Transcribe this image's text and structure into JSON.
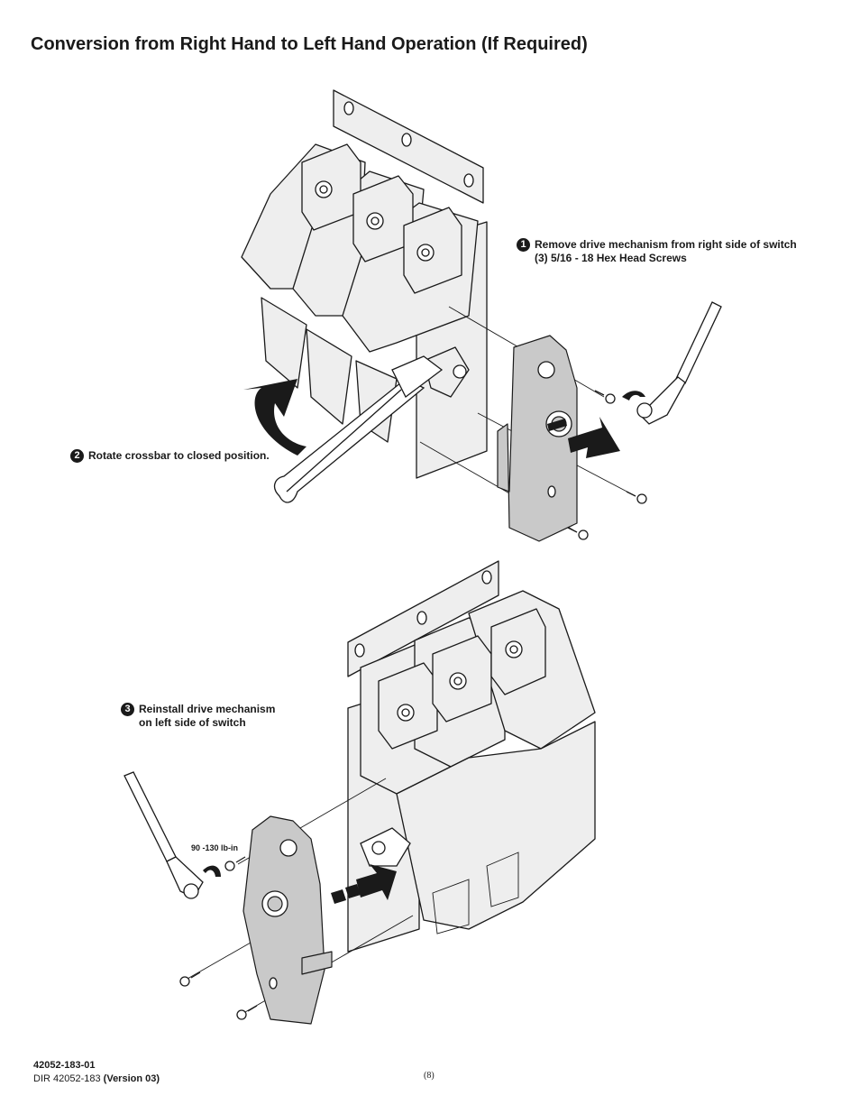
{
  "page": {
    "title": "Conversion from Right Hand to Left Hand Operation (If Required)"
  },
  "steps": [
    {
      "number": "1",
      "lines": [
        "Remove drive mechanism from right side of switch",
        "(3) 5/16 - 18 Hex Head Screws"
      ]
    },
    {
      "number": "2",
      "lines": [
        "Rotate crossbar to closed position."
      ]
    },
    {
      "number": "3",
      "lines": [
        "Reinstall drive mechanism",
        "on left side of switch"
      ]
    }
  ],
  "torque_label": "90 -130 lb-in",
  "footer": {
    "doc_number": "42052-183-01",
    "dir_prefix": "DIR 42052-183",
    "version": "(Version 03)",
    "page_number": "(8)"
  }
}
